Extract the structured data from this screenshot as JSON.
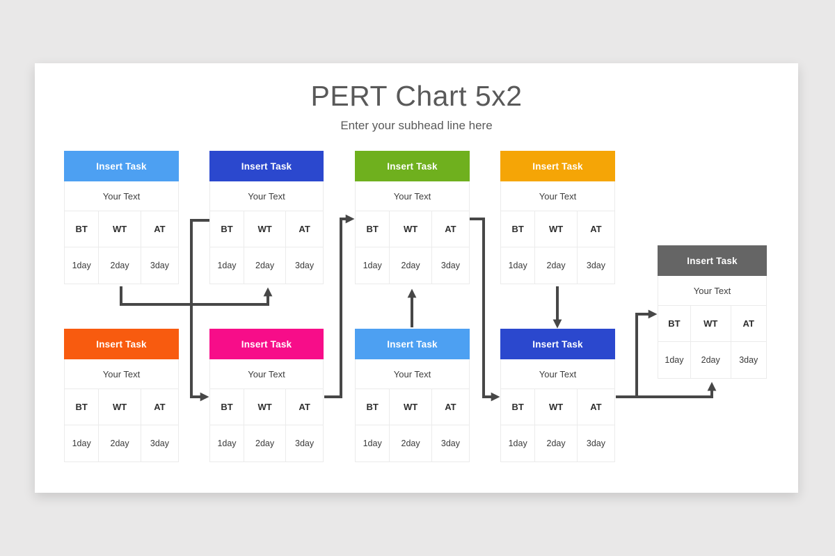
{
  "page": {
    "background_color": "#e9e8e8",
    "slide_color": "#ffffff"
  },
  "header": {
    "title": "PERT Chart 5x2",
    "subtitle": "Enter your subhead line here",
    "text_color": "#595959"
  },
  "arrow_color": "#474747",
  "cards": [
    {
      "header_label": "Insert Task",
      "header_color": "#4da0f2",
      "body_text": "Your Text",
      "metrics": [
        "BT",
        "WT",
        "AT"
      ],
      "durations": [
        "1day",
        "2day",
        "3day"
      ]
    },
    {
      "header_label": "Insert Task",
      "header_color": "#2b48ce",
      "body_text": "Your Text",
      "metrics": [
        "BT",
        "WT",
        "AT"
      ],
      "durations": [
        "1day",
        "2day",
        "3day"
      ]
    },
    {
      "header_label": "Insert Task",
      "header_color": "#6fb01e",
      "body_text": "Your Text",
      "metrics": [
        "BT",
        "WT",
        "AT"
      ],
      "durations": [
        "1day",
        "2day",
        "3day"
      ]
    },
    {
      "header_label": "Insert Task",
      "header_color": "#f5a506",
      "body_text": "Your Text",
      "metrics": [
        "BT",
        "WT",
        "AT"
      ],
      "durations": [
        "1day",
        "2day",
        "3day"
      ]
    },
    {
      "header_label": "Insert Task",
      "header_color": "#f85b0f",
      "body_text": "Your Text",
      "metrics": [
        "BT",
        "WT",
        "AT"
      ],
      "durations": [
        "1day",
        "2day",
        "3day"
      ]
    },
    {
      "header_label": "Insert Task",
      "header_color": "#f70d89",
      "body_text": "Your Text",
      "metrics": [
        "BT",
        "WT",
        "AT"
      ],
      "durations": [
        "1day",
        "2day",
        "3day"
      ]
    },
    {
      "header_label": "Insert Task",
      "header_color": "#4da0f2",
      "body_text": "Your Text",
      "metrics": [
        "BT",
        "WT",
        "AT"
      ],
      "durations": [
        "1day",
        "2day",
        "3day"
      ]
    },
    {
      "header_label": "Insert Task",
      "header_color": "#2b48ce",
      "body_text": "Your Text",
      "metrics": [
        "BT",
        "WT",
        "AT"
      ],
      "durations": [
        "1day",
        "2day",
        "3day"
      ]
    },
    {
      "header_label": "Insert Task",
      "header_color": "#656565",
      "body_text": "Your Text",
      "metrics": [
        "BT",
        "WT",
        "AT"
      ],
      "durations": [
        "1day",
        "2day",
        "3day"
      ]
    }
  ]
}
